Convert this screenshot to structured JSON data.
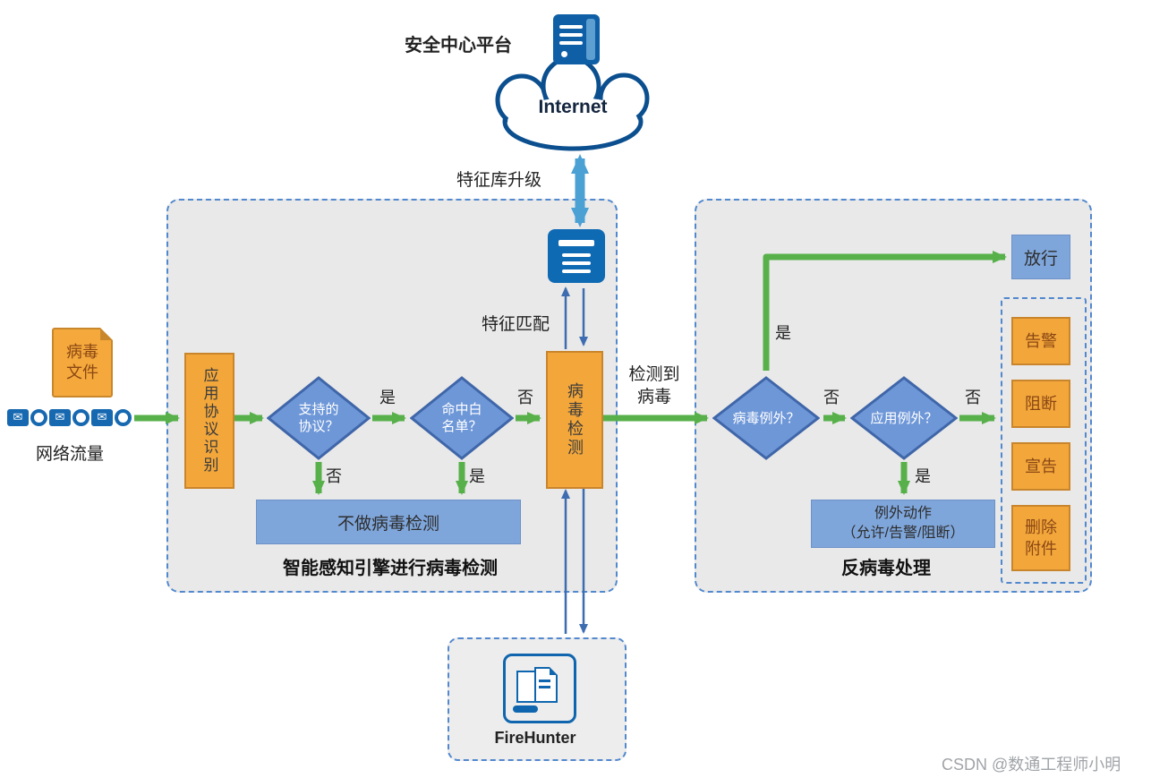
{
  "colors": {
    "green_arrow": "#57B04A",
    "blue_arrow": "#3E6CB0",
    "light_blue_arrow": "#4BA0D4",
    "orange_fill": "#F3A73B",
    "orange_border": "#C9852B",
    "diamond_fill": "#6E97D8",
    "diamond_border": "#3F66A8",
    "blue_box_fill": "#7FA6DB",
    "panel_fill": "#E9E9E9",
    "dashed_border": "#5188CE",
    "dark_blue": "#0E5FA6"
  },
  "labels": {
    "yes": "是",
    "no": "否"
  },
  "top": {
    "security_center": "安全中心平台",
    "internet": "Internet",
    "signature_upgrade": "特征库升级",
    "signature_match": "特征匹配"
  },
  "input": {
    "virus_file": "病毒文件",
    "network_traffic": "网络流量",
    "envelope_glyph": "✉"
  },
  "detection_panel": {
    "caption": "智能感知引擎进行病毒检测",
    "app_protocol_box": "应用协议识别",
    "supported_protocol_diamond": "支持的协议？",
    "whitelist_diamond": "命中白名单？",
    "virus_detect_box": "病毒检测",
    "no_detect_box": "不做病毒检测"
  },
  "transition": {
    "virus_detected": "检测到病毒"
  },
  "response_panel": {
    "caption": "反病毒处理",
    "virus_exception_diamond": "病毒例外？",
    "app_exception_diamond": "应用例外？",
    "release_box": "放行",
    "exception_action_line1": "例外动作",
    "exception_action_line2": "（允许/告警/阻断）",
    "actions": [
      "告警",
      "阻断",
      "宣告",
      "删除附件"
    ]
  },
  "firehunter": {
    "label": "FireHunter"
  },
  "watermark": "CSDN @数通工程师小明"
}
